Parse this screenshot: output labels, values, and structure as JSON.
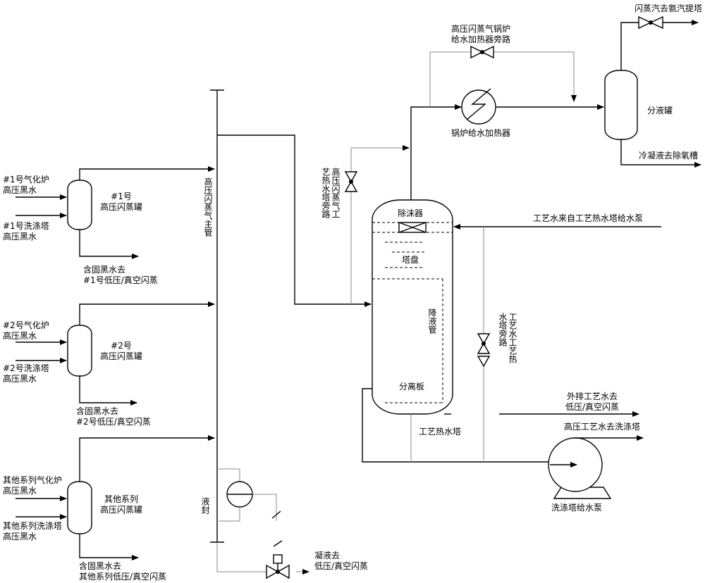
{
  "labels": {
    "feed1_gasifier": "#1号气化炉\n高压黑水",
    "feed1_scrubber": "#1号洗涤塔\n高压黑水",
    "tank1": "#1号\n高压闪蒸罐",
    "out1": "含固黑水去\n#1号低压/真空闪蒸",
    "feed2_gasifier": "#2号气化炉\n高压黑水",
    "feed2_scrubber": "#2号洗涤塔\n高压黑水",
    "tank2": "#2号\n高压闪蒸罐",
    "out2": "含固黑水去\n#2号低压/真空闪蒸",
    "feed3_gasifier": "其他系列气化炉\n高压黑水",
    "feed3_scrubber": "其他系列洗涤塔\n高压黑水",
    "tank3": "其他系列\n高压闪蒸罐",
    "out3": "含固黑水去\n其他系列低压/真空闪蒸",
    "main_header": "高压闪蒸气主管",
    "liquid_seal": "液封",
    "condensate": "凝液去\n低压/真空闪蒸",
    "tower_bypass": "高压闪蒸气工\n艺热水塔旁路",
    "demister": "除沫器",
    "tray": "塔盘",
    "downcomer": "降液管",
    "separator_plate": "分离板",
    "hot_water_tower": "工艺热水塔",
    "heater_bypass": "高压闪蒸气锅炉\n给水加热器旁路",
    "heater": "锅炉给水加热器",
    "separator_tank": "分液罐",
    "flash_to_stripper": "闪蒸汽去氨汽提塔",
    "condensate_deaerator": "冷凝液去除氧槽",
    "process_water_in": "工艺水来自工艺热水塔给水泵",
    "process_water_bypass": "工艺水工艺热\n水塔旁路",
    "discharge_water": "外排工艺水去\n低压/真空闪蒸",
    "hp_water_scrubber": "高压工艺水去洗涤塔",
    "pump": "洗涤塔给水泵"
  }
}
